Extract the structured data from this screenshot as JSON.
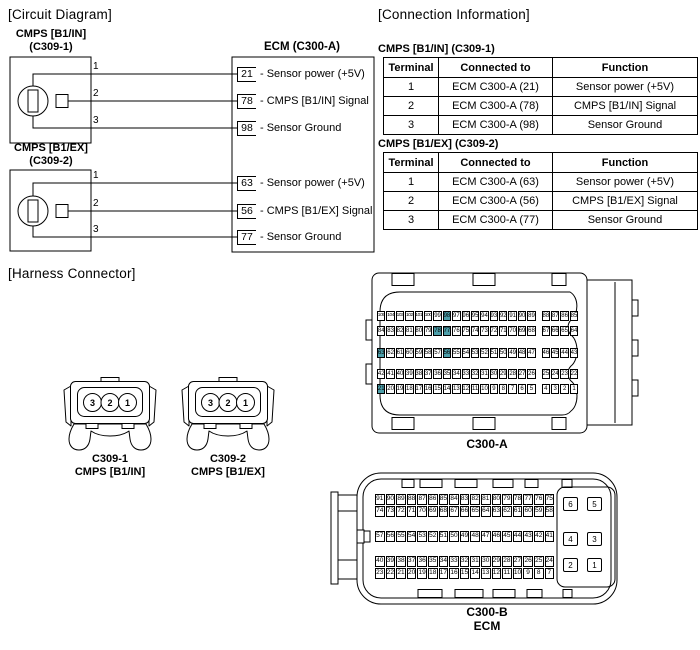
{
  "page": {
    "circuit_section_title": "[Circuit Diagram]",
    "connection_section_title": "[Connection Information]",
    "harness_section_title": "[Harness Connector]"
  },
  "circuit": {
    "ecm_title": "ECM (C300-A)",
    "groups": [
      {
        "name": "CMPS [B1/IN]",
        "code": "(C309-1)",
        "terminals": [
          "1",
          "2",
          "3"
        ],
        "ecm_pins": [
          {
            "pin": "21",
            "desc": "- Sensor power (+5V)"
          },
          {
            "pin": "78",
            "desc": "- CMPS [B1/IN] Signal"
          },
          {
            "pin": "98",
            "desc": "- Sensor Ground"
          }
        ]
      },
      {
        "name": "CMPS [B1/EX]",
        "code": "(C309-2)",
        "terminals": [
          "1",
          "2",
          "3"
        ],
        "ecm_pins": [
          {
            "pin": "63",
            "desc": "- Sensor power (+5V)"
          },
          {
            "pin": "56",
            "desc": "- CMPS [B1/EX] Signal"
          },
          {
            "pin": "77",
            "desc": "- Sensor Ground"
          }
        ]
      }
    ]
  },
  "tables": [
    {
      "title": "CMPS [B1/IN] (C309-1)",
      "headers": [
        "Terminal",
        "Connected to",
        "Function"
      ],
      "rows": [
        [
          "1",
          "ECM C300-A (21)",
          "Sensor power (+5V)"
        ],
        [
          "2",
          "ECM C300-A (78)",
          "CMPS [B1/IN] Signal"
        ],
        [
          "3",
          "ECM C300-A (98)",
          "Sensor Ground"
        ]
      ]
    },
    {
      "title": "CMPS [B1/EX] (C309-2)",
      "headers": [
        "Terminal",
        "Connected to",
        "Function"
      ],
      "rows": [
        [
          "1",
          "ECM C300-A (63)",
          "Sensor power (+5V)"
        ],
        [
          "2",
          "ECM C300-A (56)",
          "CMPS [B1/EX] Signal"
        ],
        [
          "3",
          "ECM C300-A (77)",
          "Sensor Ground"
        ]
      ]
    }
  ],
  "harness": {
    "plugs": [
      {
        "terminals": [
          "3",
          "2",
          "1"
        ],
        "code": "C309-1",
        "name": "CMPS [B1/IN]"
      },
      {
        "terminals": [
          "3",
          "2",
          "1"
        ],
        "code": "C309-2",
        "name": "CMPS [B1/EX]"
      }
    ],
    "c300a": {
      "label": "C300-A",
      "highlighted_pins": [
        98,
        78,
        77,
        63,
        56,
        21
      ],
      "rows": [
        {
          "main": [
            105,
            104,
            103,
            102,
            101,
            100,
            99,
            98,
            97,
            96,
            95,
            94,
            93,
            92,
            91,
            90,
            89
          ],
          "end": [
            88,
            87,
            86,
            85
          ]
        },
        {
          "main": [
            84,
            83,
            82,
            81,
            80,
            79,
            78,
            77,
            76,
            75,
            74,
            73,
            72,
            71,
            70,
            69,
            68
          ],
          "end": [
            67,
            66,
            65,
            64
          ]
        },
        {
          "main": [
            63,
            62,
            61,
            60,
            59,
            58,
            57,
            56,
            55,
            54,
            53,
            52,
            51,
            50,
            49,
            48,
            47
          ],
          "end": [
            46,
            45,
            44,
            43
          ]
        },
        {
          "main": [
            42,
            41,
            40,
            39,
            38,
            37,
            36,
            35,
            34,
            33,
            32,
            31,
            30,
            29,
            28,
            27,
            26
          ],
          "end": [
            25,
            24,
            23,
            22
          ]
        },
        {
          "main": [
            21,
            20,
            19,
            18,
            17,
            16,
            15,
            14,
            13,
            12,
            11,
            10,
            9,
            8,
            7,
            6,
            5
          ],
          "end": [
            4,
            3,
            2,
            1
          ]
        }
      ]
    },
    "c300b": {
      "label": "C300-B",
      "sublabel": "ECM",
      "rows": [
        [
          91,
          90,
          89,
          88,
          87,
          86,
          85,
          84,
          83,
          82,
          81,
          80,
          79,
          78,
          77,
          76,
          75
        ],
        [
          74,
          73,
          72,
          71,
          70,
          69,
          68,
          67,
          66,
          65,
          64,
          63,
          62,
          61,
          60,
          59,
          58
        ],
        [
          57,
          56,
          55,
          54,
          53,
          52,
          51,
          50,
          49,
          48,
          47,
          46,
          45,
          44,
          43,
          42,
          41
        ],
        [
          40,
          39,
          38,
          37,
          36,
          35,
          34,
          33,
          32,
          31,
          30,
          29,
          28,
          27,
          26,
          25,
          24
        ],
        [
          23,
          22,
          21,
          20,
          19,
          18,
          17,
          16,
          15,
          14,
          13,
          12,
          11,
          10,
          9,
          8,
          7
        ]
      ],
      "big_pins": [
        [
          "6",
          "5"
        ],
        [
          "4",
          "3"
        ],
        [
          "2",
          "1"
        ]
      ]
    }
  },
  "colors": {
    "highlight": "#4D9FAA"
  }
}
